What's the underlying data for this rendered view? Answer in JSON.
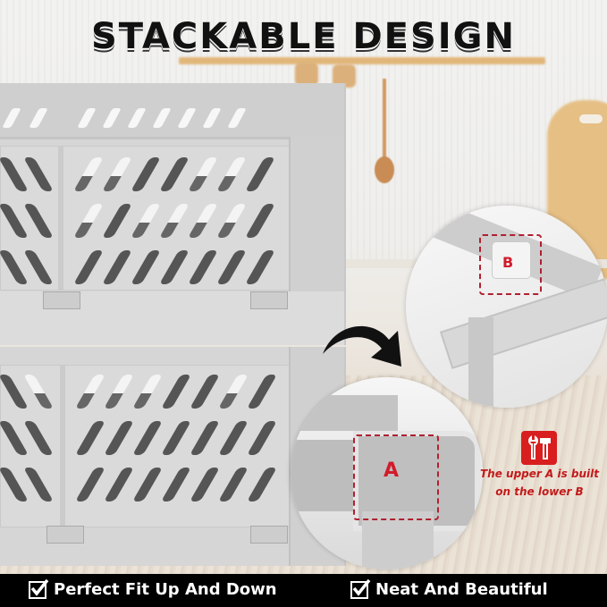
{
  "title": "STACKABLE DESIGN",
  "callouts": {
    "upper_label": "B",
    "lower_label": "A",
    "caption_line1": "The upper A is built",
    "caption_line2": "on the lower B",
    "badge_icon": "wrench-hammer-icon"
  },
  "features": [
    {
      "icon": "checkbox-checked-icon",
      "label": "Perfect Fit Up And Down"
    },
    {
      "icon": "checkbox-checked-icon",
      "label": "Neat And Beautiful"
    }
  ],
  "colors": {
    "accent_red": "#d21b2b",
    "crate_gray": "#d6d6d6",
    "footer_bg": "#000000",
    "title_text": "#111111"
  }
}
